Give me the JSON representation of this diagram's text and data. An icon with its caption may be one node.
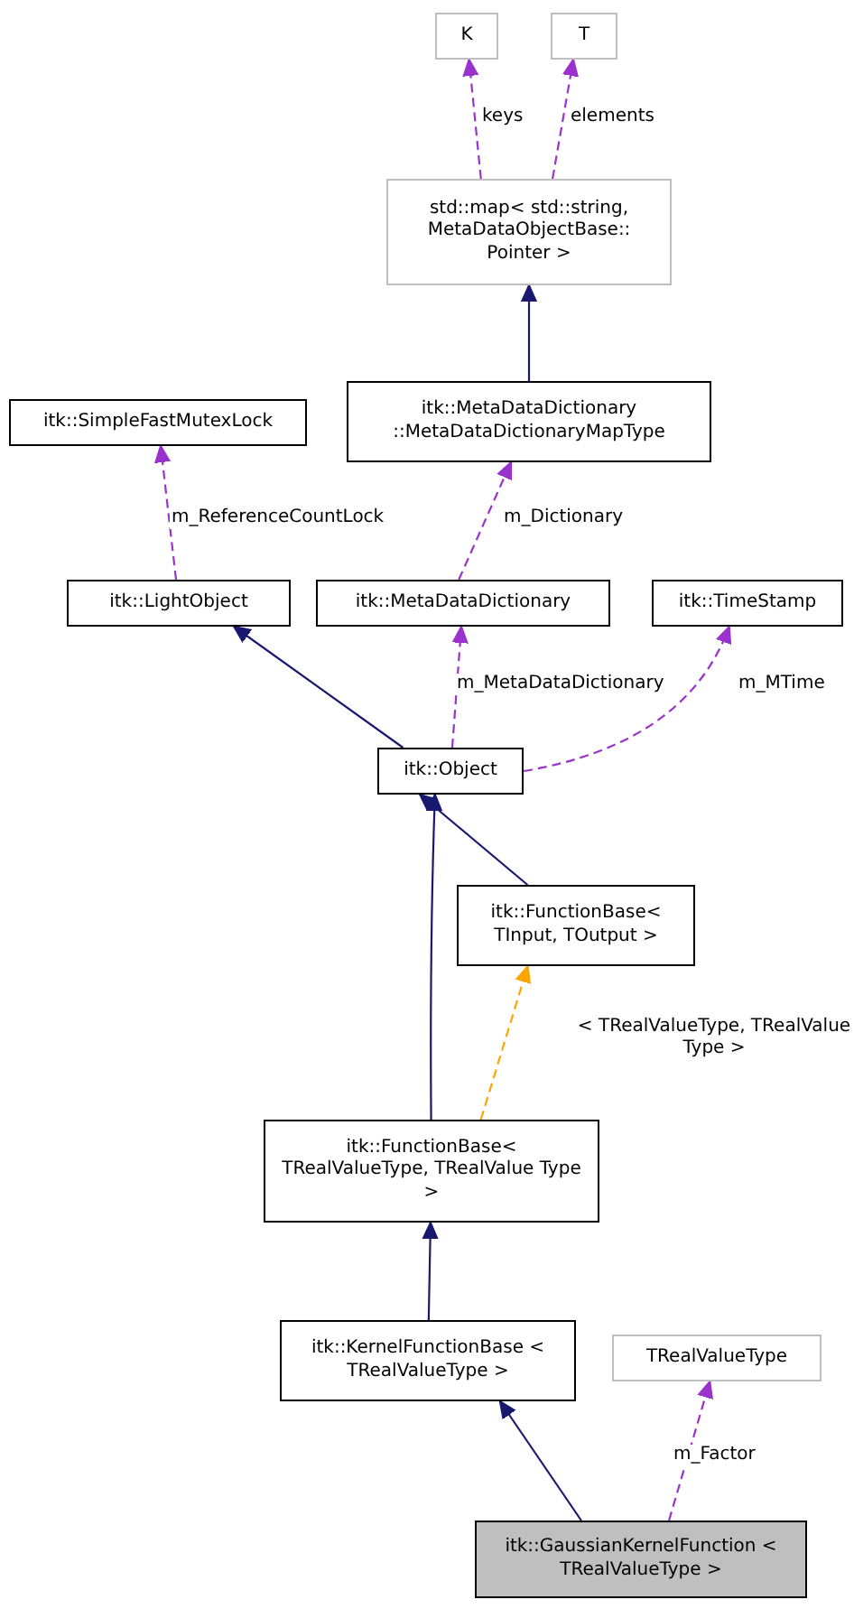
{
  "diagram": {
    "nodes": [
      {
        "text": [
          "K"
        ]
      },
      {
        "text": [
          "T"
        ]
      },
      {
        "text": [
          "std::map< std::string, MetaDataObjectBase:: Pointer >"
        ]
      },
      {
        "text": [
          "itk::SimpleFastMutexLock"
        ]
      },
      {
        "text": [
          "itk::MetaDataDictionary ::MetaDataDictionaryMapType"
        ]
      },
      {
        "text": [
          "itk::LightObject"
        ]
      },
      {
        "text": [
          "itk::MetaDataDictionary"
        ]
      },
      {
        "text": [
          "itk::TimeStamp"
        ]
      },
      {
        "text": [
          "itk::Object"
        ]
      },
      {
        "text": [
          "itk::FunctionBase< TInput, TOutput >"
        ]
      },
      {
        "text": [
          "itk::FunctionBase< TRealValueType, TRealValue Type >"
        ]
      },
      {
        "text": [
          "itk::KernelFunctionBase < TRealValueType >"
        ]
      },
      {
        "text": [
          "TRealValueType"
        ]
      },
      {
        "text": [
          "itk::GaussianKernelFunction < TRealValueType >"
        ]
      }
    ],
    "edges": [
      {
        "from": 2,
        "to": 0,
        "arrow": "to",
        "label": "keys",
        "style": "dashed",
        "color": "#9a32cd"
      },
      {
        "from": 2,
        "to": 1,
        "arrow": "to",
        "label": "elements",
        "style": "dashed",
        "color": "#9a32cd"
      },
      {
        "from": 4,
        "to": 2,
        "arrow": "to",
        "color": "#191970"
      },
      {
        "from": 5,
        "to": 3,
        "arrow": "to",
        "label": "m_ReferenceCountLock",
        "style": "dashed",
        "color": "#9a32cd"
      },
      {
        "from": 6,
        "to": 4,
        "arrow": "to",
        "label": "m_Dictionary",
        "style": "dashed",
        "color": "#9a32cd"
      },
      {
        "from": 8,
        "to": 5,
        "arrow": "to",
        "color": "#191970"
      },
      {
        "from": 8,
        "to": 6,
        "arrow": "to",
        "label": "m_MetaDataDictionary",
        "style": "dashed",
        "color": "#9a32cd"
      },
      {
        "from": 8,
        "to": 7,
        "arrow": "to",
        "label": "m_MTime",
        "style": "dashed",
        "color": "#9a32cd"
      },
      {
        "from": 9,
        "to": 8,
        "arrow": "to",
        "color": "#191970"
      },
      {
        "from": 10,
        "to": 8,
        "arrow": "to",
        "color": "#191970"
      },
      {
        "from": 10,
        "to": 9,
        "arrow": "to",
        "label": "< TRealValueType, TRealValue Type >",
        "style": "dashed",
        "color": "#ffa500"
      },
      {
        "from": 11,
        "to": 10,
        "arrow": "to",
        "color": "#191970"
      },
      {
        "from": 13,
        "to": 11,
        "arrow": "to",
        "color": "#191970"
      },
      {
        "from": 13,
        "to": 12,
        "arrow": "to",
        "label": "m_Factor",
        "style": "dashed",
        "color": "#9a32cd"
      }
    ]
  }
}
